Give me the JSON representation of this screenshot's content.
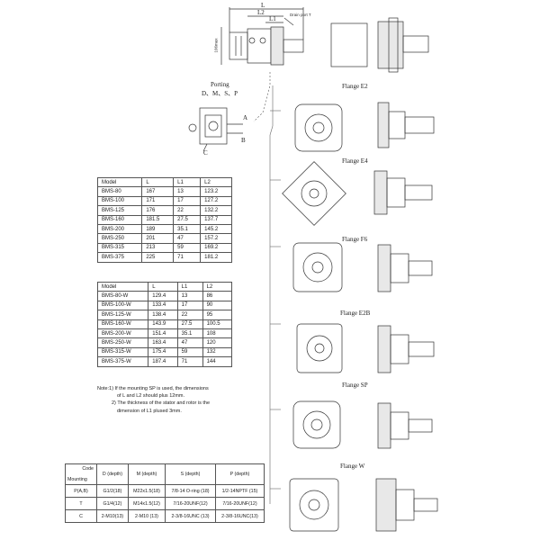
{
  "top_view": {
    "dim_L": "L",
    "dim_L2": "L2",
    "dim_L1": "L1",
    "drain_label": "Drain port T",
    "side_dim": "106max"
  },
  "porting": {
    "title": "Porting",
    "types": "D、M、S、P",
    "label_A": "A",
    "label_B": "B",
    "label_C": "C"
  },
  "flanges": [
    {
      "key": "e2",
      "title": "Flange E2"
    },
    {
      "key": "e4",
      "title": "Flange E4"
    },
    {
      "key": "f6",
      "title": "Flange F6"
    },
    {
      "key": "e2b",
      "title": "Flange E2B"
    },
    {
      "key": "sp",
      "title": "Flange SP"
    },
    {
      "key": "w",
      "title": "Flange W"
    }
  ],
  "table1": {
    "headers": [
      "Model",
      "L",
      "L1",
      "L2"
    ],
    "rows": [
      [
        "BMS-80",
        "167",
        "13",
        "123.2"
      ],
      [
        "BMS-100",
        "171",
        "17",
        "127.2"
      ],
      [
        "BMS-125",
        "176",
        "22",
        "132.2"
      ],
      [
        "BMS-160",
        "181.5",
        "27.5",
        "137.7"
      ],
      [
        "BMS-200",
        "189",
        "35.1",
        "145.2"
      ],
      [
        "BMS-250",
        "201",
        "47",
        "157.2"
      ],
      [
        "BMS-315",
        "213",
        "59",
        "169.2"
      ],
      [
        "BMS-375",
        "225",
        "71",
        "181.2"
      ]
    ]
  },
  "table2": {
    "headers": [
      "Model",
      "L",
      "L1",
      "L2"
    ],
    "rows": [
      [
        "BMS-80-W",
        "129.4",
        "13",
        "86"
      ],
      [
        "BMS-100-W",
        "133.4",
        "17",
        "90"
      ],
      [
        "BMS-125-W",
        "138.4",
        "22",
        "95"
      ],
      [
        "BMS-160-W",
        "143.9",
        "27.5",
        "100.5"
      ],
      [
        "BMS-200-W",
        "151.4",
        "35.1",
        "108"
      ],
      [
        "BMS-250-W",
        "163.4",
        "47",
        "120"
      ],
      [
        "BMS-315-W",
        "175.4",
        "59",
        "132"
      ],
      [
        "BMS-375-W",
        "187.4",
        "71",
        "144"
      ]
    ]
  },
  "notes": [
    "Note:1) If the mounting SP is used, the dimensions",
    "of L and L2 should plus 12mm.",
    "2) The thickness of the stator and rotor is the",
    "dimension of L1 plused 3mm."
  ],
  "port_table": {
    "corner_top": "Code",
    "corner_bottom": "Mounting",
    "headers": [
      "D (depth)",
      "M (depth)",
      "S (depth)",
      "P (depth)"
    ],
    "rows": [
      [
        "P(A,B)",
        "G1/2(18)",
        "M22x1.5(18)",
        "7/8-14 O-ring (18)",
        "1/2-14NPTF (15)"
      ],
      [
        "T",
        "G1/4(12)",
        "M14x1.5(12)",
        "7/16-20UNF(12)",
        "7/16-20UNF(12)"
      ],
      [
        "C",
        "2-M10(13)",
        "2-M10 (13)",
        "2-3/8-16UNC (13)",
        "2-3/8-16UNC(13)"
      ]
    ]
  }
}
